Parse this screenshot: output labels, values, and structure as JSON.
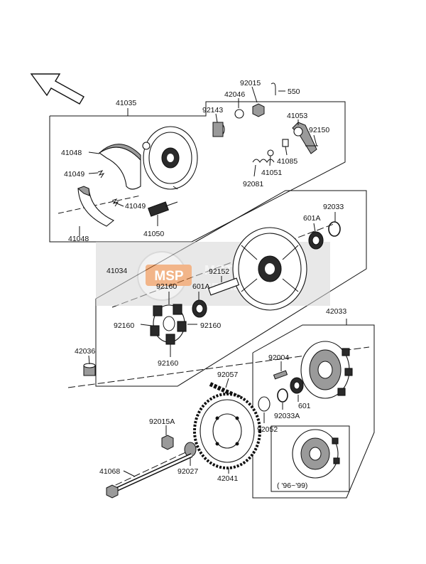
{
  "watermark": {
    "logo_text": "MSP",
    "line1": "MOTORCYCLE",
    "line2": "SPARE PARTS"
  },
  "part_labels": {
    "p41035": "41035",
    "p92015": "92015",
    "p550": "550",
    "p42046": "42046",
    "p92143": "92143",
    "p41053": "41053",
    "p92150": "92150",
    "p41048a": "41048",
    "p41049a": "41049",
    "p41085": "41085",
    "p41051": "41051",
    "p92081": "92081",
    "p41049b": "41049",
    "p41050": "41050",
    "p41048b": "41048",
    "p92033": "92033",
    "p601A_a": "601A",
    "p41034": "41034",
    "p92152": "92152",
    "p92160a": "92160",
    "p601A_b": "601A",
    "p92160b": "92160",
    "p92160c": "92160",
    "p92160d": "92160",
    "p42033": "42033",
    "p42036": "42036",
    "p92004": "92004",
    "p92057": "92057",
    "p601": "601",
    "p92033A": "92033A",
    "p92052": "92052",
    "p92015A": "92015A",
    "p41068": "41068",
    "p92027": "92027",
    "p42041": "42041",
    "p_years": "( '96~'99)"
  }
}
